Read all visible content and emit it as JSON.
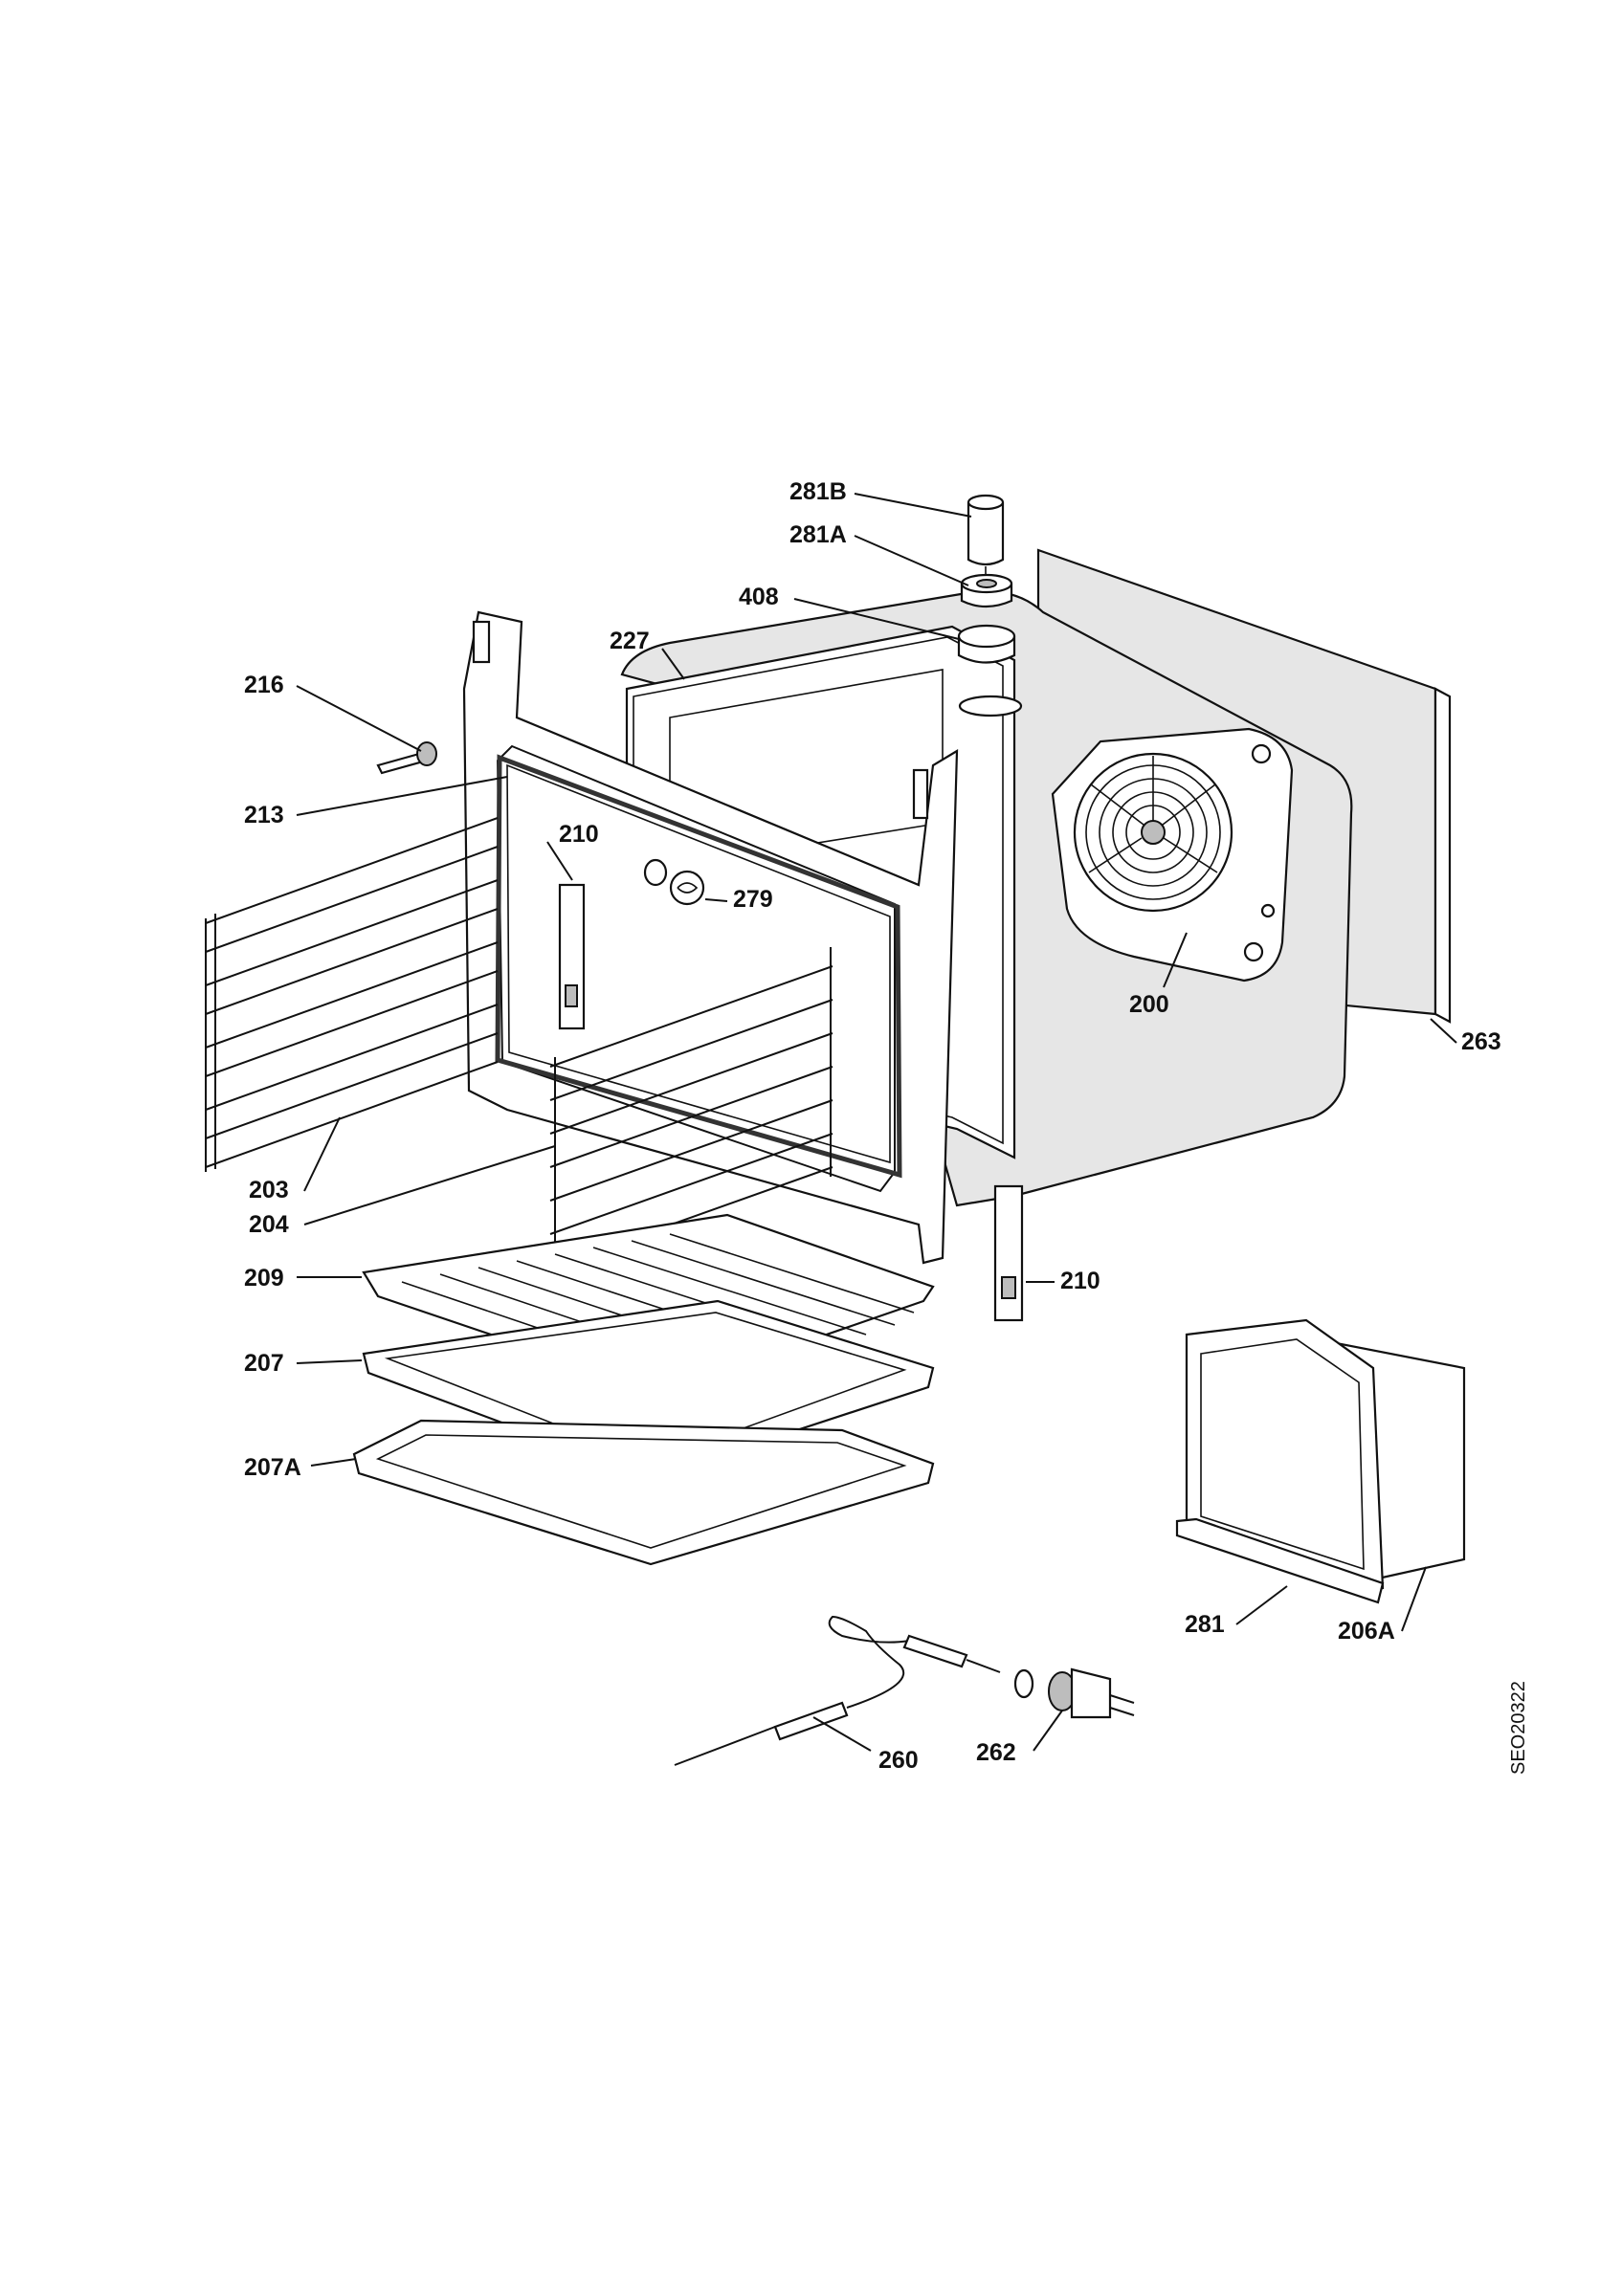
{
  "diagram": {
    "code": "SEO20322",
    "labels": {
      "l281B": "281B",
      "l281A": "281A",
      "l408": "408",
      "l227": "227",
      "l216": "216",
      "l213": "213",
      "l210a": "210",
      "l279": "279",
      "l200": "200",
      "l263": "263",
      "l203": "203",
      "l204": "204",
      "l209": "209",
      "l210b": "210",
      "l207": "207",
      "l207A": "207A",
      "l281": "281",
      "l206A": "206A",
      "l260": "260",
      "l262": "262"
    }
  }
}
